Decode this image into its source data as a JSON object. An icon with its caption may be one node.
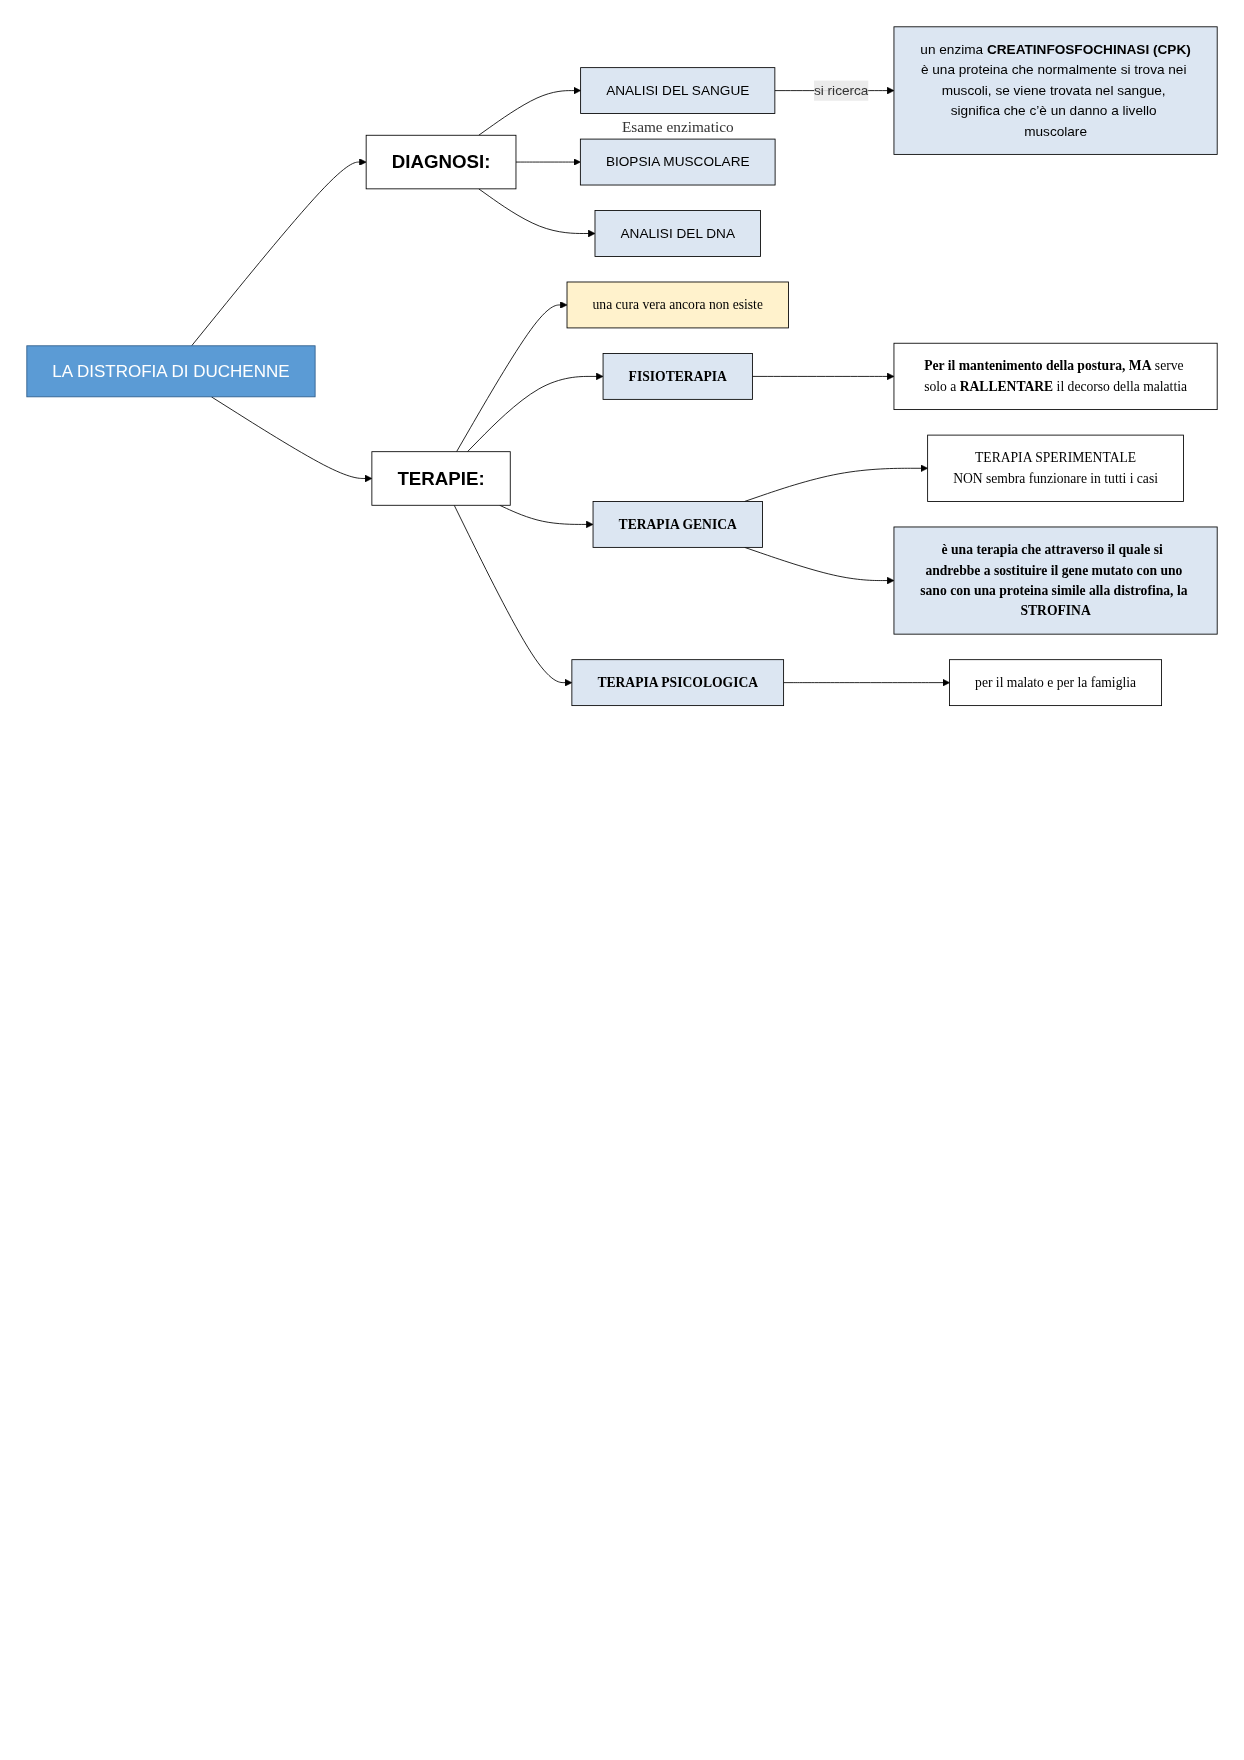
{
  "diagram": {
    "nodes": [
      {
        "text": [
          "LA DISTROFIA  DI DUCHENNE"
        ]
      },
      {
        "text": [
          "DIAGNOSI:"
        ]
      },
      {
        "text": [
          "ANALISI DEL SANGUE"
        ],
        "beside": [
          "Esame enzimatico"
        ]
      },
      {
        "text": [
          "un enzima **CREATINFOSFOCHINASI (CPK)**",
          "è una proteina che normalmente si trova nei muscoli, se viene trovata nel sangue, significa che c’è un danno a livello muscolare"
        ]
      },
      {
        "text": [
          "BIOPSIA MUSCOLARE"
        ]
      },
      {
        "text": [
          "ANALISI DEL DNA"
        ]
      },
      {
        "text": [
          "TERAPIE:"
        ]
      },
      {
        "text": [
          "una cura vera ancora non esiste"
        ]
      },
      {
        "text": [
          "FISIOTERAPIA"
        ]
      },
      {
        "text": [
          "**Per il mantenimento della postura, MA** serve solo a **RALLENTARE** il decorso della malattia"
        ]
      },
      {
        "text": [
          "TERAPIA GENICA"
        ]
      },
      {
        "text": [
          "TERAPIA SPERIMENTALE",
          "NON sembra funzionare in tutti i casi"
        ]
      },
      {
        "text": [
          "è una terapia che attraverso il quale si  andrebbe **a sostituire** il gene mutato con uno sano con una proteina simile alla **distrofina**, la **STROFINA**"
        ]
      },
      {
        "text": [
          "TERAPIA PSICOLOGICA"
        ]
      },
      {
        "text": [
          "per il malato e per la famiglia"
        ]
      }
    ],
    "edges": [
      {
        "from": 0,
        "to": 1,
        "arrow": "to"
      },
      {
        "from": 0,
        "to": 6,
        "arrow": "to"
      },
      {
        "from": 1,
        "to": 2,
        "arrow": "to"
      },
      {
        "from": 2,
        "to": 3,
        "arrow": "to",
        "label": "si ricerca"
      },
      {
        "from": 1,
        "to": 4,
        "arrow": "to"
      },
      {
        "from": 1,
        "to": 5,
        "arrow": "to"
      },
      {
        "from": 6,
        "to": 7,
        "arrow": "to"
      },
      {
        "from": 6,
        "to": 8,
        "arrow": "to"
      },
      {
        "from": 8,
        "to": 9,
        "arrow": "to"
      },
      {
        "from": 6,
        "to": 10,
        "arrow": "to"
      },
      {
        "from": 10,
        "to": 11,
        "arrow": "to"
      },
      {
        "from": 10,
        "to": 12,
        "arrow": "to"
      },
      {
        "from": 6,
        "to": 13,
        "arrow": "to"
      },
      {
        "from": 13,
        "to": 14,
        "arrow": "to"
      }
    ]
  }
}
